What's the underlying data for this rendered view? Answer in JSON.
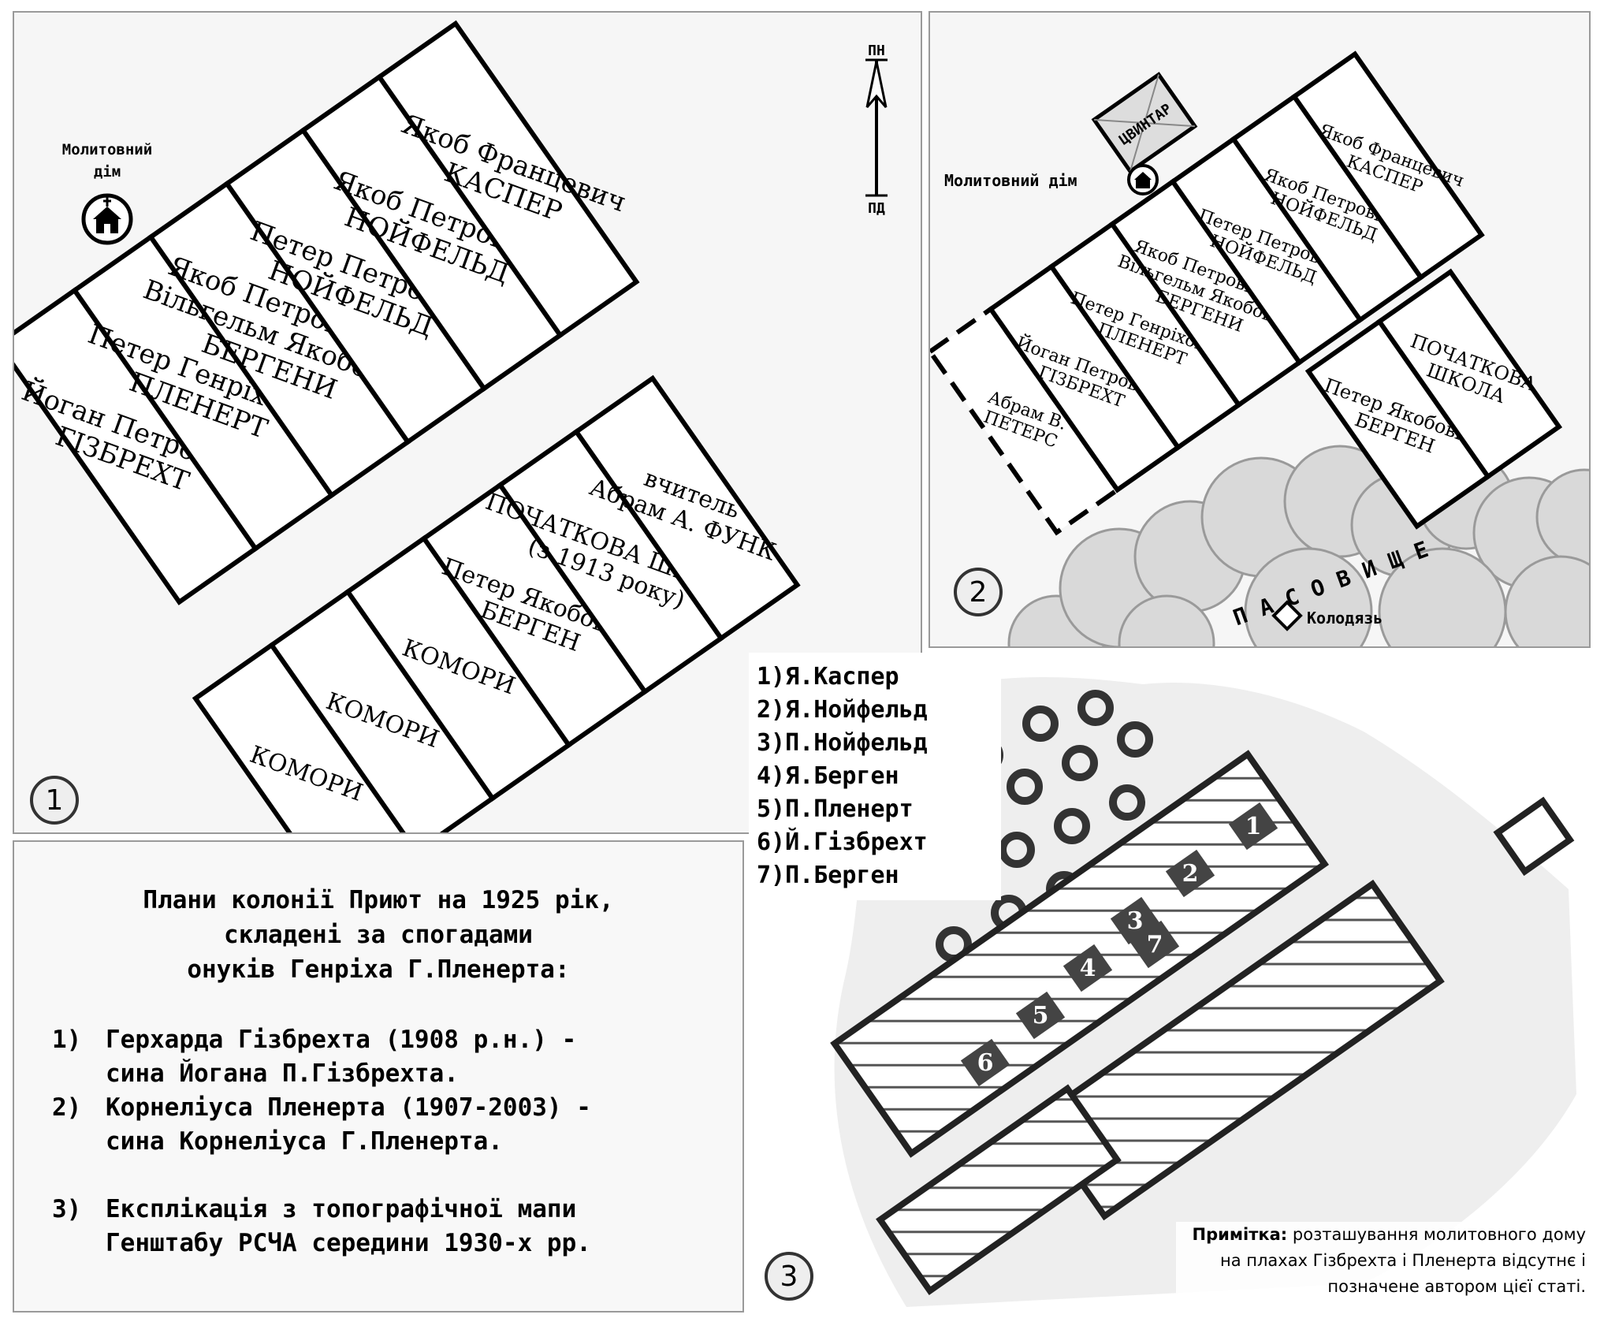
{
  "plan1": {
    "prayer_house": [
      "Молитовний",
      "дім"
    ],
    "north_label": "ПН",
    "south_label": "ПД",
    "north_lots": [
      {
        "line1": "Йоган Петрович",
        "line2": "ГІЗБРЕХТ"
      },
      {
        "line1": "Петер Генріхович",
        "line2": "ПЛЕНЕРТ"
      },
      {
        "line1": "Якоб Петрович та",
        "line2": "Вільгельм Якобович",
        "line3": "БЕРГЕНИ"
      },
      {
        "line1": "Петер Петрович",
        "line2": "НОЙФЕЛЬД"
      },
      {
        "line1": "Якоб Петрович",
        "line2": "НОЙФЕЛЬД"
      },
      {
        "line1": "Якоб Францевич",
        "line2": "КАСПЕР"
      }
    ],
    "south_lots": [
      {
        "line1": "КОМОРИ"
      },
      {
        "line1": "КОМОРИ"
      },
      {
        "line1": "КОМОРИ"
      },
      {
        "line1": "Петер Якобович",
        "line2": "БЕРГЕН"
      },
      {
        "line1": "ПОЧАТКОВА ШКОЛА",
        "line2": "(з 1913 року)"
      },
      {
        "line1": "вчитель",
        "line2": "Абрам А. ФУНК"
      }
    ],
    "marker": "1"
  },
  "plan2": {
    "cemetery": "ЦВИНТАР",
    "prayer_house": "Молитовний дім",
    "north_lots": [
      {
        "line1": "Абрам В.",
        "line2": "ПЕТЕРС"
      },
      {
        "line1": "Йоган Петрович",
        "line2": "ГІЗБРЕХТ"
      },
      {
        "line1": "Петер Генріхович",
        "line2": "ПЛЕНЕРТ"
      },
      {
        "line1": "Якоб Петрович та",
        "line2": "Вільгельм Якобович",
        "line3": "БЕРГЕНИ"
      },
      {
        "line1": "Петер Петрович",
        "line2": "НОЙФЕЛЬД"
      },
      {
        "line1": "Якоб Петрович",
        "line2": "НОЙФЕЛЬД"
      },
      {
        "line1": "Якоб Францевич",
        "line2": "КАСПЕР"
      }
    ],
    "south_lots": [
      {
        "line1": "Петер Якобович",
        "line2": "БЕРГЕН"
      },
      {
        "line1": "ПОЧАТКОВА",
        "line2": "ШКОЛА"
      }
    ],
    "pasture": "ПАСОВИЩЕ",
    "well": "Колодязь",
    "marker": "2"
  },
  "plan3": {
    "legend": [
      "1)Я.Каспер",
      "2)Я.Нойфельд",
      "3)П.Нойфельд",
      "4)Я.Берген",
      "5)П.Пленерт",
      "6)Й.Гізбрехт",
      "7)П.Берген"
    ],
    "numbers": [
      "1",
      "2",
      "3",
      "4",
      "5",
      "6",
      "7"
    ],
    "note_label": "Примітка:",
    "note_text": "розташування молитовного дому на плахах Гізбрехта і Пленерта відсутнє і позначене автором цієї статі.",
    "marker": "3"
  },
  "caption": {
    "title_lines": [
      "Плани колонії Приют на 1925 рік,",
      "складені за спогадами",
      "онуків Генріха Г.Пленерта:"
    ],
    "items": [
      {
        "num": "1)",
        "line1": "Герхарда Гізбрехта (1908 р.н.) -",
        "line2": "сина Йогана П.Гізбрехта."
      },
      {
        "num": "2)",
        "line1": "Корнеліуса Пленерта (1907-2003) -",
        "line2": "сина Корнеліуса Г.Пленерта."
      },
      {
        "num": "3)",
        "line1": "Експлікація з топографічної мапи",
        "line2": "Генштабу РСЧА середини 1930-х рр."
      }
    ]
  }
}
